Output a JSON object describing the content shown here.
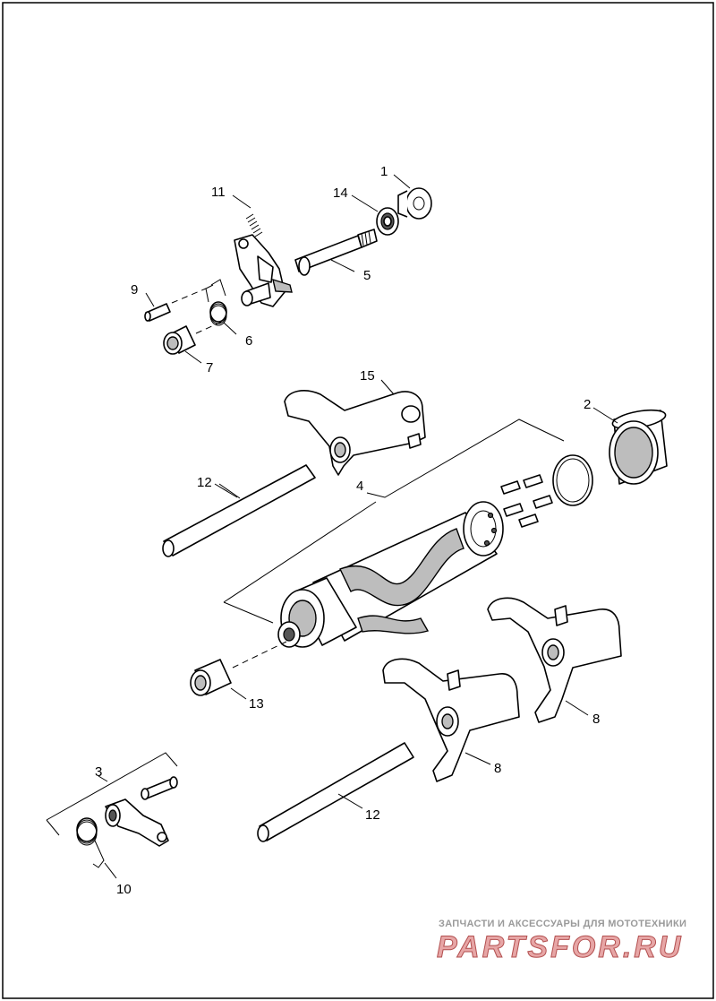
{
  "callouts": {
    "c1": "1",
    "c2": "2",
    "c3": "3",
    "c4": "4",
    "c5": "5",
    "c6": "6",
    "c7": "7",
    "c8a": "8",
    "c8b": "8",
    "c9": "9",
    "c10": "10",
    "c11": "11",
    "c12a": "12",
    "c12b": "12",
    "c13": "13",
    "c14": "14",
    "c15": "15"
  },
  "watermark": {
    "tagline": "ЗАПЧАСТИ И АКСЕССУАРЫ ДЛЯ МОТОТЕХНИКИ",
    "logo": "PARTSFOR.RU"
  },
  "colors": {
    "line": "#000000",
    "watermark_red": "#b24f4f",
    "watermark_gray": "#9a9a9a"
  }
}
